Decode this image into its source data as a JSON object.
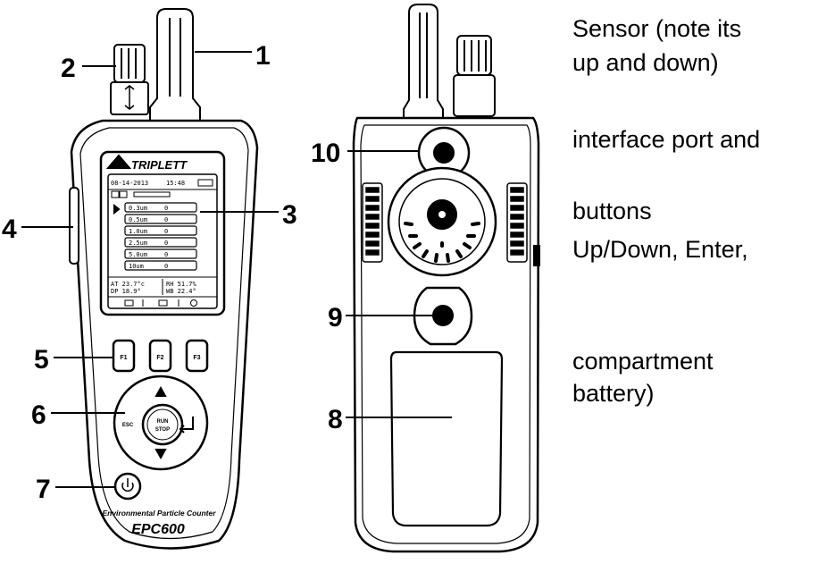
{
  "device": {
    "brand": "TRIPLETT",
    "model": "EPC600",
    "product_line": "Environmental Particle Counter",
    "screen": {
      "date": "08-14-2013",
      "time": "15:48",
      "channels": [
        {
          "size": "0.3um",
          "count": "0"
        },
        {
          "size": "0.5um",
          "count": "0"
        },
        {
          "size": "1.0um",
          "count": "0"
        },
        {
          "size": "2.5um",
          "count": "0"
        },
        {
          "size": "5.0um",
          "count": "0"
        },
        {
          "size": "10um",
          "count": "0"
        }
      ],
      "env_row1_left": "AT 23.7°c",
      "env_row1_right": "RH 51.7%",
      "env_row2_left": "DP 18.9°",
      "env_row2_right": "WB 22.4°"
    },
    "soft_keys": [
      "F1",
      "F2",
      "F3"
    ],
    "center_button": [
      "RUN",
      "STOP"
    ],
    "esc_label": "ESC"
  },
  "callouts": [
    "1",
    "2",
    "3",
    "4",
    "5",
    "6",
    "7",
    "8",
    "9",
    "10"
  ],
  "descriptions": {
    "line1": "Sensor (note its",
    "line2": "up and down)",
    "line3": "interface port and",
    "line4": "buttons",
    "line5": "Up/Down, Enter,",
    "line6": "compartment",
    "line7": "battery)"
  }
}
